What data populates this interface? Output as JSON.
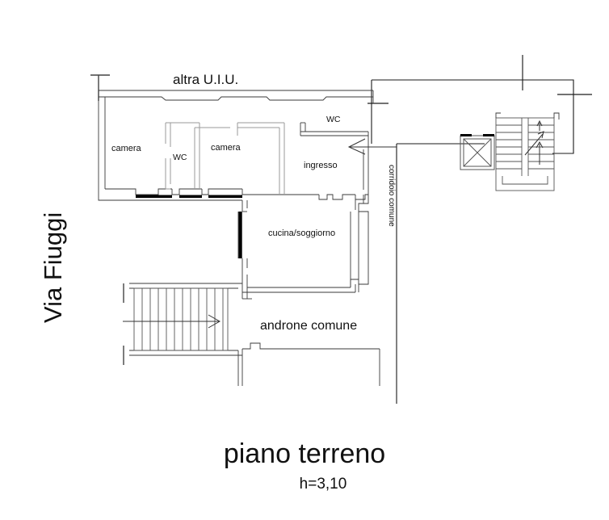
{
  "document": {
    "type": "floor-plan",
    "title": "piano terreno",
    "subtitle": "h=3,10"
  },
  "street": {
    "name": "Via Fiuggi"
  },
  "labels": {
    "altra_uiu": "altra U.I.U.",
    "camera_left": "camera",
    "camera_right": "camera",
    "wc_inner": "WC",
    "wc_top": "WC",
    "ingresso": "ingresso",
    "cucina_soggiorno": "cucina/soggiorno",
    "corridoio_comune": "corridoio comune",
    "androne_comune": "androne comune"
  },
  "features": {
    "elevator": "elevator-shaft",
    "stairs_common": "common-stairwell",
    "stairs_entry": "entry-stairs",
    "entry_arrow": "entrance-direction-arrow",
    "stair_up_arrow": "stairs-up-arrow"
  },
  "colors": {
    "background": "#ffffff",
    "wall": "#1a1a1a",
    "wall_light": "#9a9a9a",
    "text": "#111111",
    "opening_fill": "#000000"
  }
}
